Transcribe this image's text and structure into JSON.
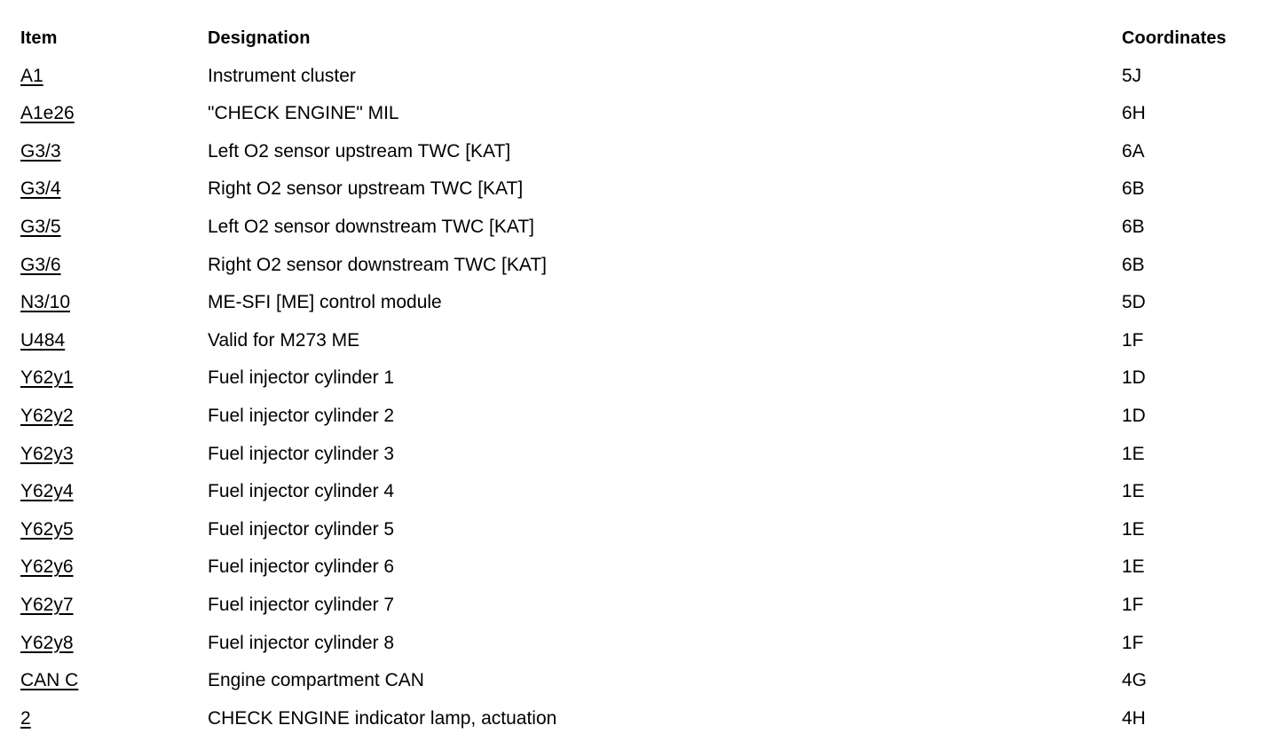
{
  "document": {
    "type": "component-legend-table",
    "background_color": "#ffffff",
    "text_color": "#000000"
  },
  "table": {
    "headers": {
      "item": "Item",
      "designation": "Designation",
      "coordinates": "Coordinates"
    },
    "rows": [
      {
        "item": "A1",
        "designation": "Instrument cluster",
        "coordinates": "5J"
      },
      {
        "item": "A1e26",
        "designation": "\"CHECK ENGINE\" MIL",
        "coordinates": "6H"
      },
      {
        "item": "G3/3",
        "designation": "Left O2 sensor upstream TWC [KAT]",
        "coordinates": "6A"
      },
      {
        "item": "G3/4",
        "designation": "Right O2 sensor upstream TWC [KAT]",
        "coordinates": "6B"
      },
      {
        "item": "G3/5",
        "designation": "Left O2 sensor downstream TWC [KAT]",
        "coordinates": "6B"
      },
      {
        "item": "G3/6",
        "designation": "Right O2 sensor downstream TWC [KAT]",
        "coordinates": "6B"
      },
      {
        "item": "N3/10",
        "designation": "ME-SFI [ME] control module",
        "coordinates": "5D"
      },
      {
        "item": "U484",
        "designation": "Valid for M273 ME",
        "coordinates": "1F"
      },
      {
        "item": "Y62y1",
        "designation": "Fuel injector cylinder 1",
        "coordinates": "1D"
      },
      {
        "item": "Y62y2",
        "designation": "Fuel injector cylinder 2",
        "coordinates": "1D"
      },
      {
        "item": "Y62y3",
        "designation": "Fuel injector cylinder 3",
        "coordinates": "1E"
      },
      {
        "item": "Y62y4",
        "designation": "Fuel injector cylinder 4",
        "coordinates": "1E"
      },
      {
        "item": "Y62y5",
        "designation": "Fuel injector cylinder 5",
        "coordinates": "1E"
      },
      {
        "item": "Y62y6",
        "designation": "Fuel injector cylinder 6",
        "coordinates": "1E"
      },
      {
        "item": "Y62y7",
        "designation": "Fuel injector cylinder 7",
        "coordinates": "1F"
      },
      {
        "item": "Y62y8",
        "designation": "Fuel injector cylinder 8",
        "coordinates": "1F"
      },
      {
        "item": "CAN C",
        "designation": "Engine compartment CAN",
        "coordinates": "4G"
      },
      {
        "item": "2",
        "designation": "CHECK ENGINE indicator lamp, actuation",
        "coordinates": "4H"
      }
    ]
  }
}
